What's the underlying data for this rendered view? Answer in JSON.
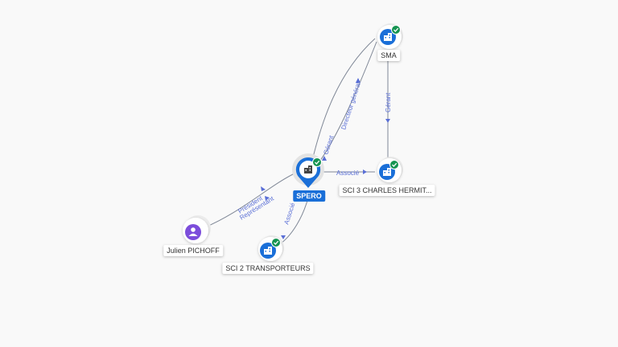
{
  "colors": {
    "company": "#1a6fd8",
    "person": "#7c4ddb",
    "verified": "#159451",
    "edge": "#7f8796",
    "edge_label": "#5a6fd6",
    "main_label_bg": "#1a6fd8"
  },
  "nodes": {
    "spero": {
      "label": "SPERO",
      "type": "company",
      "icon": "building-icon",
      "verified": true
    },
    "sma": {
      "label": "SMA",
      "type": "company",
      "icon": "building-icon",
      "verified": true
    },
    "sci3": {
      "label": "SCI 3 CHARLES HERMIT...",
      "type": "company",
      "icon": "building-icon",
      "verified": true
    },
    "sci2": {
      "label": "SCI 2 TRANSPORTEURS",
      "type": "company",
      "icon": "building-icon",
      "verified": true
    },
    "julien": {
      "label": "Julien PICHOFF",
      "type": "person",
      "icon": "person-icon",
      "verified": false
    }
  },
  "edges": {
    "sma_spero_gerant": {
      "label": "Gérant"
    },
    "sma_spero_directeur": {
      "label": "Directeur général"
    },
    "sma_sci3": {
      "label": "Gérant"
    },
    "spero_sci3": {
      "label": "Associé"
    },
    "spero_sci2": {
      "label": "Associé"
    },
    "julien_president": {
      "label": "Président"
    },
    "julien_representant": {
      "label": "Représentant"
    }
  }
}
